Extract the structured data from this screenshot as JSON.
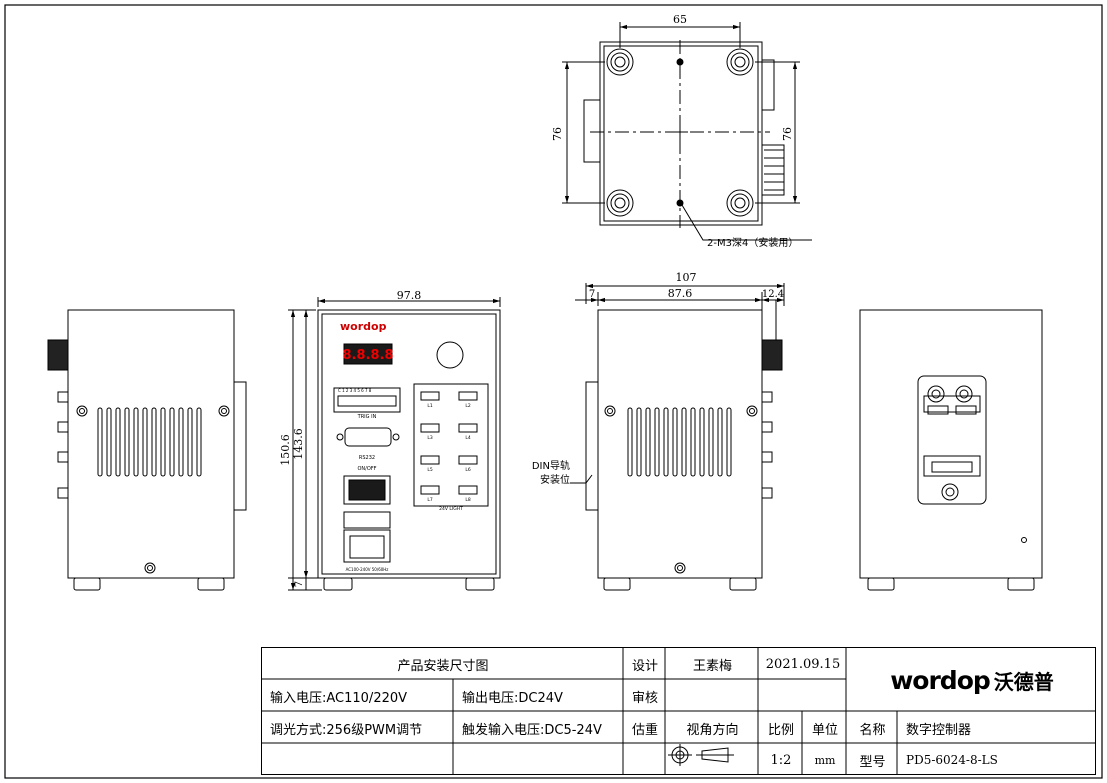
{
  "dimensions": {
    "top_width": "65",
    "top_height_left": "76",
    "top_height_right": "76",
    "front_width": "97.8",
    "front_height_outer": "150.6",
    "front_height_inner": "143.6",
    "front_foot": "7",
    "side_total": "107",
    "side_left": "7",
    "side_mid": "87.6",
    "side_right": "12.4"
  },
  "annotations": {
    "mount_holes": "2-M3深4（安装用）",
    "din_line1": "DIN导轨",
    "din_line2": "安装位"
  },
  "panel": {
    "brand": "wordop",
    "display": "8.8.8.8",
    "trig_numbers": "C  1  2  3  4  5  6  7  8",
    "trig_in": "TRIG IN",
    "rs232": "RS232",
    "onoff": "ON/OFF",
    "ac_label": "AC100-240V 50/60Hz",
    "light": "24V  LIGHT",
    "outputs": [
      "L1",
      "L2",
      "L3",
      "L4",
      "L5",
      "L6",
      "L7",
      "L8"
    ]
  },
  "title_block": {
    "title": "产品安装尺寸图",
    "design_label": "设计",
    "designer": "王素梅",
    "date": "2021.09.15",
    "logo": "wordop",
    "logo_cn": "沃德普",
    "input_voltage": "输入电压:AC110/220V",
    "output_voltage": "输出电压:DC24V",
    "review_label": "审核",
    "dimming": "调光方式:256级PWM调节",
    "trigger_voltage": "触发输入电压:DC5-24V",
    "weight_label": "估重",
    "view_label": "视角方向",
    "scale_label": "比例",
    "unit_label": "单位",
    "name_label": "名称",
    "name_value": "数字控制器",
    "scale_value": "1:2",
    "unit_value": "mm",
    "model_label": "型号",
    "model_value": "PD5-6024-8-LS"
  }
}
